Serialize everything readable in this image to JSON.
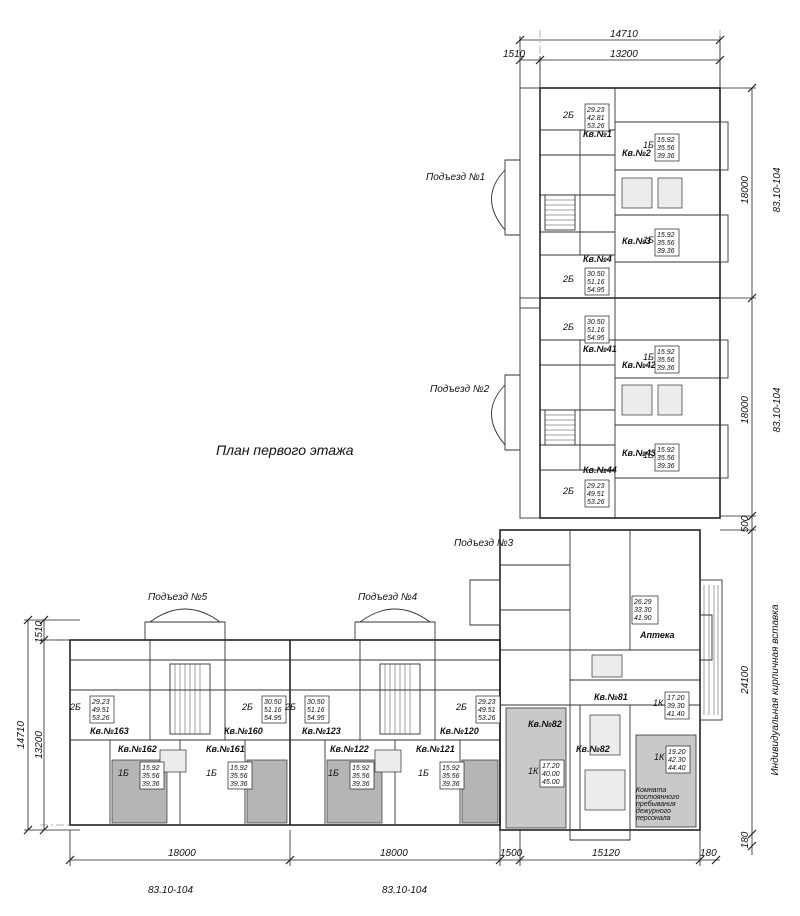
{
  "title": "План первого этажа",
  "entrances": [
    "Подъезд №1",
    "Подъезд №2",
    "Подъезд №3",
    "Подъезд №4",
    "Подъезд №5"
  ],
  "apartments": [
    {
      "tag": "Кв.№1",
      "type": "2Б",
      "areas": [
        "29.23",
        "42.81",
        "53.26"
      ]
    },
    {
      "tag": "Кв.№2",
      "type": "1Б",
      "areas": [
        "15.92",
        "35.56",
        "39.36"
      ]
    },
    {
      "tag": "Кв.№3",
      "type": "1Б",
      "areas": [
        "15.92",
        "35.56",
        "39.36"
      ]
    },
    {
      "tag": "Кв.№4",
      "type": "2Б",
      "areas": [
        "30.50",
        "51.16",
        "54.95"
      ]
    },
    {
      "tag": "Кв.№41",
      "type": "2Б",
      "areas": [
        "30.50",
        "51.16",
        "54.95"
      ]
    },
    {
      "tag": "Кв.№42",
      "type": "1Б",
      "areas": [
        "15.92",
        "35.56",
        "39.36"
      ]
    },
    {
      "tag": "Кв.№43",
      "type": "1Б",
      "areas": [
        "15.92",
        "35.56",
        "39.36"
      ]
    },
    {
      "tag": "Кв.№44",
      "type": "2Б",
      "areas": [
        "29.23",
        "49.51",
        "53.26"
      ]
    },
    {
      "tag": "Кв.№163",
      "type": "2Б",
      "areas": [
        "29.23",
        "49.51",
        "53.26"
      ]
    },
    {
      "tag": "Кв.№162",
      "type": "1Б",
      "areas": [
        "15.92",
        "35.56",
        "39.36"
      ]
    },
    {
      "tag": "Кв.№161",
      "type": "1Б",
      "areas": [
        "15.92",
        "35.56",
        "39.36"
      ]
    },
    {
      "tag": "Кв.№160",
      "type": "2Б",
      "areas": [
        "30.50",
        "51.16",
        "54.95"
      ]
    },
    {
      "tag": "Кв.№123",
      "type": "2Б",
      "areas": [
        "30.50",
        "51.16",
        "54.95"
      ]
    },
    {
      "tag": "Кв.№122",
      "type": "1Б",
      "areas": [
        "15.92",
        "35.56",
        "39.36"
      ]
    },
    {
      "tag": "Кв.№121",
      "type": "1Б",
      "areas": [
        "15.92",
        "35.56",
        "39.36"
      ]
    },
    {
      "tag": "Кв.№120",
      "type": "2Б",
      "areas": [
        "29.23",
        "49.51",
        "53.26"
      ]
    },
    {
      "tag": "Кв.№81",
      "type": "1К",
      "areas": [
        "17.20",
        "39.30",
        "41.40"
      ]
    },
    {
      "tag": "Кв.№82",
      "type": "1К",
      "areas": [
        "17.20",
        "40.00",
        "45.00"
      ]
    },
    {
      "tag": "Кв.№82",
      "type": "1К",
      "areas": [
        "19.20",
        "42.30",
        "44.40"
      ]
    }
  ],
  "commercial": {
    "label": "Аптека",
    "areas": [
      "26.29",
      "33.30",
      "41.90"
    ]
  },
  "notes": {
    "vestibule": [
      "Комната",
      "постоянного",
      "пребывания",
      "дежурного",
      "персонала"
    ],
    "insert": "Индивидуальная кирпичная вставка"
  },
  "dimensions": {
    "top": [
      "14710",
      "1510",
      "13200"
    ],
    "right": [
      "18000",
      "83.10-104",
      "18000",
      "83.10-104",
      "500",
      "24100",
      "180"
    ],
    "left": [
      "1510",
      "14710",
      "13200"
    ],
    "bottom": [
      "18000",
      "18000",
      "1500",
      "15120",
      "180"
    ],
    "series": [
      "83.10-104",
      "83.10-104"
    ]
  }
}
